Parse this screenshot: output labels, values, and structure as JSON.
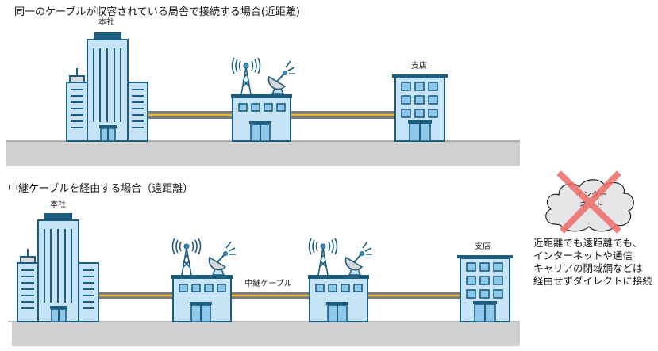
{
  "scenario_near": {
    "title": "同一のケーブルが収容されている局舎で接続する場合(近距離)",
    "hq_label": "本社",
    "branch_label": "支店"
  },
  "scenario_far": {
    "title": "中継ケーブルを経由する場合（遠距離）",
    "hq_label": "本社",
    "branch_label": "支店",
    "relay_cable_label": "中継ケーブル"
  },
  "internet": {
    "cloud_label_line1": "インター",
    "cloud_label_line2": "ネット",
    "note_lines": [
      "近距離でも遠距離でも、",
      "インターネットや通信",
      "キャリアの閉域網などは",
      "経由せずダイレクトに接続"
    ]
  },
  "colors": {
    "building_fill": "#c6e4f6",
    "building_stroke": "#1d5e80",
    "cable": "#7a7a7a",
    "cable_core": "#e8b830",
    "ground": "#d0d0d0",
    "cross": "#f06b6b"
  }
}
